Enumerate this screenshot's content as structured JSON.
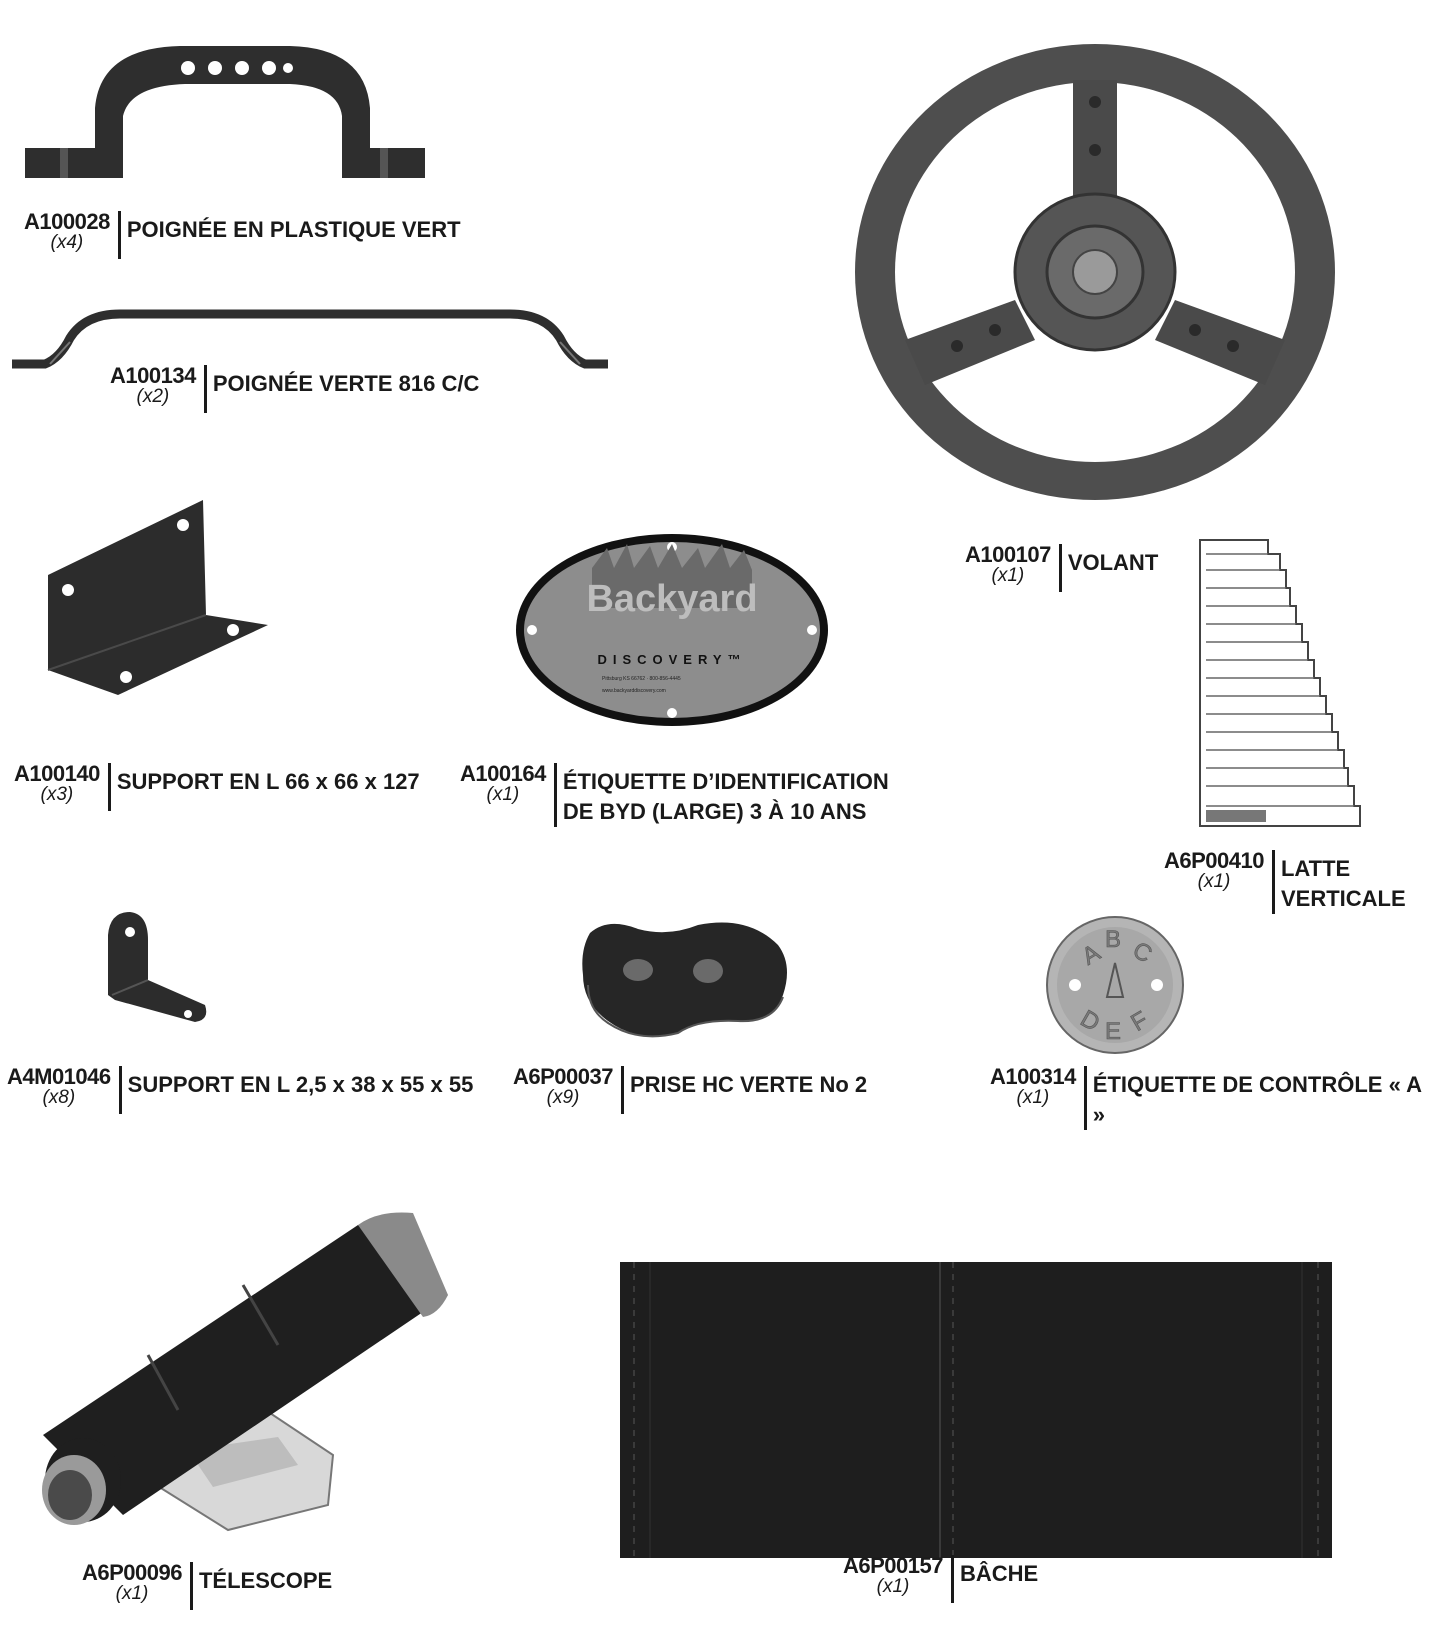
{
  "parts": {
    "handle_plastic": {
      "code": "A100028",
      "qty": "(x4)",
      "name": "POIGNÉE EN PLASTIQUE VERT"
    },
    "handle_green": {
      "code": "A100134",
      "qty": "(x2)",
      "name": "POIGNÉE VERTE 816 C/C"
    },
    "steering_wheel": {
      "code": "A100107",
      "qty": "(x1)",
      "name": "VOLANT"
    },
    "l_bracket_large": {
      "code": "A100140",
      "qty": "(x3)",
      "name": "SUPPORT EN L 66 x 66 x 127"
    },
    "id_tag": {
      "code": "A100164",
      "qty": "(x1)",
      "name_line1": "ÉTIQUETTE D’IDENTIFICATION",
      "name_line2": "DE BYD (LARGE) 3 À 10 ANS",
      "logo_text": "Backyard",
      "logo_sub": "DISCOVERY™"
    },
    "vertical_slat": {
      "code": "A6P00410",
      "qty": "(x1)",
      "name_line1": "LATTE",
      "name_line2": "VERTICALE"
    },
    "l_bracket_small": {
      "code": "A4M01046",
      "qty": "(x8)",
      "name": "SUPPORT EN L 2,5 x 38 x 55 x 55"
    },
    "climbing_hold": {
      "code": "A6P00037",
      "qty": "(x9)",
      "name": "PRISE HC VERTE No 2"
    },
    "control_tag": {
      "code": "A100314",
      "qty": "(x1)",
      "name": "ÉTIQUETTE DE CONTRÔLE « A »"
    },
    "telescope": {
      "code": "A6P00096",
      "qty": "(x1)",
      "name": "TÉLESCOPE"
    },
    "tarp": {
      "code": "A6P00157",
      "qty": "(x1)",
      "name": "BÂCHE"
    }
  },
  "colors": {
    "part_dark": "#2b2b2b",
    "part_mid": "#3d3d3d",
    "wheel": "#4a4a4a",
    "tag_gray": "#8a8a8a"
  }
}
